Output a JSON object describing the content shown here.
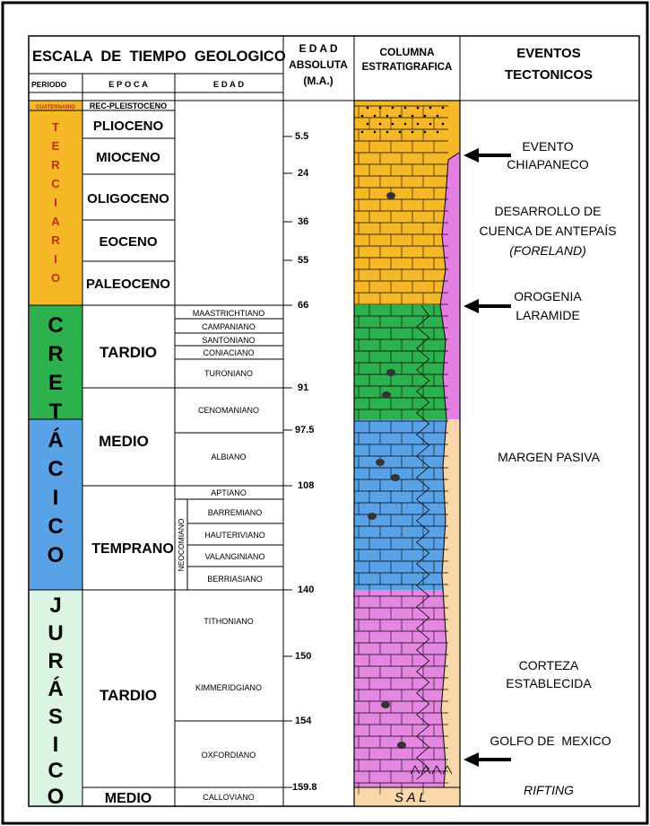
{
  "header": {
    "main_title": "ESCALA  DE  TIEMPO  GEOLOGICO",
    "periodo": "PERIODO",
    "epoca": "E P O C A",
    "edad": "E D A D",
    "edad_abs_1": "E D A D",
    "edad_abs_2": "ABSOLUTA",
    "edad_abs_3": "(M.A.)",
    "columna_1": "COLUMNA",
    "columna_2": "ESTRATIGRAFICA",
    "eventos_1": "EVENTOS",
    "eventos_2": "TECTONICOS"
  },
  "periods": {
    "cuaternario": "CUATERNARIO",
    "terciario": [
      "T",
      "E",
      "R",
      "C",
      "I",
      "A",
      "R",
      "I",
      "O"
    ],
    "cretacico": [
      "C",
      "R",
      "E",
      "T",
      "Á",
      "C",
      "I",
      "C",
      "O"
    ],
    "jurasico": [
      "J",
      "U",
      "R",
      "Á",
      "S",
      "I",
      "C",
      "O"
    ]
  },
  "epochs": {
    "rec": "REC-PLEISTOCENO",
    "plioceno": "PLIOCENO",
    "mioceno": "MIOCENO",
    "oligoceno": "OLIGOCENO",
    "eoceno": "EOCENO",
    "paleoceno": "PALEOCENO",
    "tardio_k": "TARDIO",
    "medio_k": "MEDIO",
    "temprano_k": "TEMPRANO",
    "tardio_j": "TARDIO",
    "medio_j": "MEDIO"
  },
  "stages": {
    "maastrichtiano": "MAASTRICHTIANO",
    "campaniano": "CAMPANIANO",
    "santoniano": "SANTONIANO",
    "coniaciano": "CONIACIANO",
    "turoniano": "TURONIANO",
    "cenomaniano": "CENOMANIANO",
    "albiano": "ALBIANO",
    "aptiano": "APTIANO",
    "barremiano": "BARREMIANO",
    "hauteriviano": "HAUTERIVIANO",
    "valanginiano": "VALANGINIANO",
    "berriasiano": "BERRIASIANO",
    "neocomiano": "NEOCOMIANO",
    "tithoniano": "TITHONIANO",
    "kimmeridgiano": "KIMMERIDGIANO",
    "oxfordiano": "OXFORDIANO",
    "calloviano": "CALLOVIANO"
  },
  "ages": {
    "a1": "5.5",
    "a2": "24",
    "a3": "36",
    "a4": "55",
    "a5": "66",
    "a6": "91",
    "a7": "97.5",
    "a8": "108",
    "a9": "140",
    "a10": "150",
    "a11": "154",
    "a12": "159.8"
  },
  "column": {
    "sal": "S A L"
  },
  "events": {
    "chiapaneco_1": "EVENTO",
    "chiapaneco_2": "CHIAPANECO",
    "desarrollo_1": "DESARROLLO DE",
    "desarrollo_2": "CUENCA DE ANTEPAÍS",
    "desarrollo_3": "(FORELAND)",
    "laramide_1": "OROGENIA",
    "laramide_2": "LARAMIDE",
    "margen": "MARGEN PASIVA",
    "corteza_1": "CORTEZA",
    "corteza_2": "ESTABLECIDA",
    "golfo": "GOLFO DE  MEXICO",
    "rifting": "RIFTING"
  },
  "colors": {
    "terciario": "#F7B828",
    "cretacico_sup": "#2DB14E",
    "cretacico_inf": "#5AA2E8",
    "jurasico": "#DCF5E2",
    "column_jurasico": "#E587E2",
    "tectonic_pink": "#E37FE0",
    "tectonic_tan": "#F9D7A8",
    "sal": "#F9D7A8"
  }
}
